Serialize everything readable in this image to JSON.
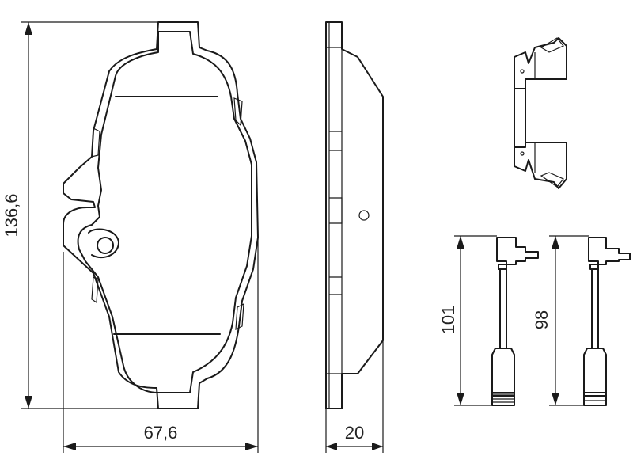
{
  "dimensions": {
    "pad_height": "136,6",
    "pad_width": "67,6",
    "pad_thickness": "20",
    "sensor_1_length": "101",
    "sensor_2_length": "98"
  }
}
